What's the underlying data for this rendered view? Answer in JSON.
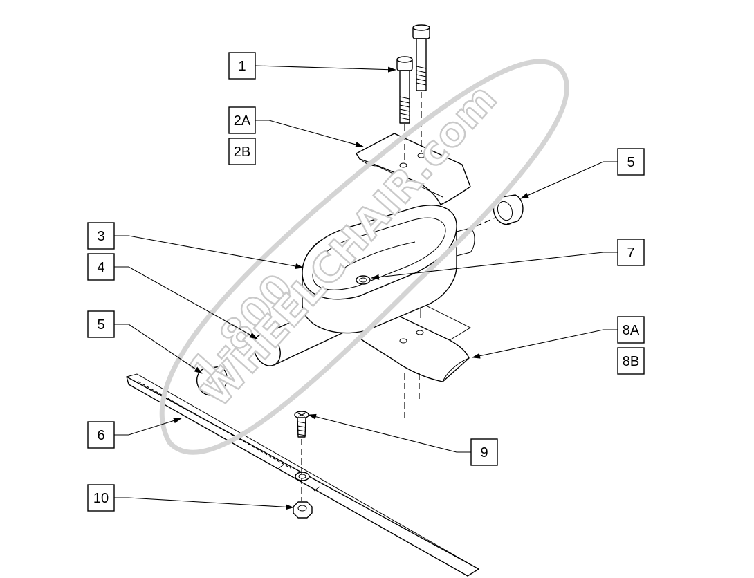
{
  "watermark": {
    "line1": "1-800",
    "line2": "WHEELCHAIR.com"
  },
  "callouts": [
    {
      "id": "c1",
      "label": "1"
    },
    {
      "id": "c2a",
      "label": "2A"
    },
    {
      "id": "c2b",
      "label": "2B"
    },
    {
      "id": "c3",
      "label": "3"
    },
    {
      "id": "c4",
      "label": "4"
    },
    {
      "id": "c5l",
      "label": "5"
    },
    {
      "id": "c5r",
      "label": "5"
    },
    {
      "id": "c6",
      "label": "6"
    },
    {
      "id": "c7",
      "label": "7"
    },
    {
      "id": "c8a",
      "label": "8A"
    },
    {
      "id": "c8b",
      "label": "8B"
    },
    {
      "id": "c9",
      "label": "9"
    },
    {
      "id": "c10",
      "label": "10"
    }
  ],
  "colors": {
    "line": "#000000",
    "background": "#ffffff",
    "watermark": "#c9c9c9"
  }
}
